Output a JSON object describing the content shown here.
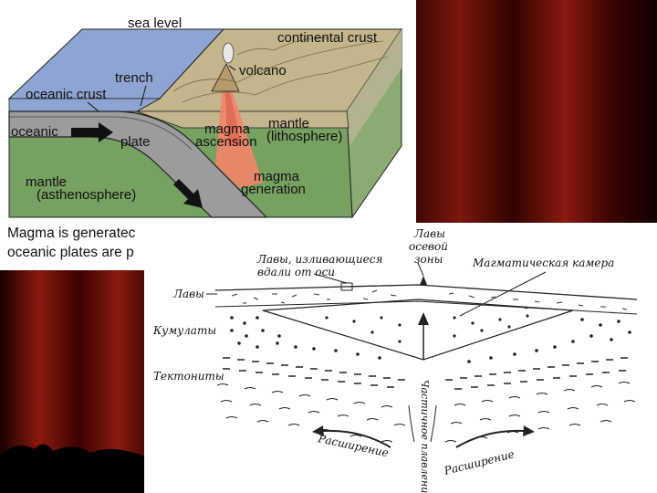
{
  "colors": {
    "curtain_dark": "#1a0000",
    "curtain_red": "#8a1a0e",
    "ocean": "#8ea5d3",
    "land": "#c3b58c",
    "mantle": "#77a161",
    "plate": "#9c9c9c",
    "magma": "#f2846a"
  },
  "subduction": {
    "labels": {
      "sea_level": "sea level",
      "continental_crust": "continental crust",
      "volcano": "volcano",
      "trench": "trench",
      "oceanic_crust": "oceanic crust",
      "oceanic": "oceanic",
      "plate": "plate",
      "magma_ascension_1": "magma",
      "magma_ascension_2": "ascension",
      "mantle_lith_1": "mantle",
      "mantle_lith_2": "(lithosphere)",
      "mantle_asth_1": "mantle",
      "mantle_asth_2": "(asthenosphere)",
      "magma_generation_1": "magma",
      "magma_generation_2": "generation"
    },
    "caption_line_1": "Magma is generatec",
    "caption_line_2": "oceanic plates are p",
    "caption_dash": "-"
  },
  "ridge": {
    "labels": {
      "lavas_away_1": "Лавы, изливающиеся",
      "lavas_away_2": "вдали от оси",
      "axial_lavas_1": "Лавы",
      "axial_lavas_2": "осевой",
      "axial_lavas_3": "зоны",
      "magma_chamber": "Магматическая камера",
      "lavas": "Лавы",
      "cumulates": "Кумулаты",
      "tectonites": "Тектониты",
      "partial_melting": "Частичное плавление",
      "spreading_left": "Расширение",
      "spreading_right": "Расширение"
    }
  }
}
